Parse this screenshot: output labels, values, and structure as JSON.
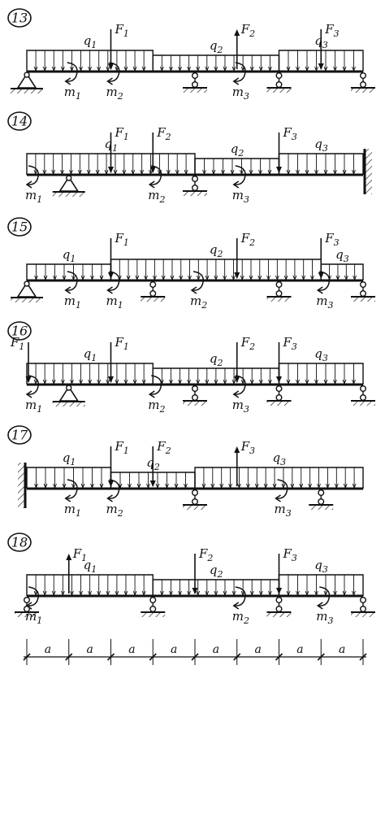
{
  "problems": [
    {
      "number": "13",
      "beam_end_left": 0,
      "beam_end_right": 8,
      "walls": [],
      "supports": [
        {
          "kind": "pin",
          "at": 0
        },
        {
          "kind": "roller",
          "at": 4
        },
        {
          "kind": "roller",
          "at": 6
        },
        {
          "kind": "roller",
          "at": 8
        }
      ],
      "loads": [
        {
          "name": "q1",
          "label": "q",
          "sub": "1",
          "from": 0,
          "to": 3,
          "level": 2
        },
        {
          "name": "q2",
          "label": "q",
          "sub": "2",
          "from": 3,
          "to": 6,
          "level": 1
        },
        {
          "name": "q3",
          "label": "q",
          "sub": "3",
          "from": 6,
          "to": 8,
          "level": 2
        }
      ],
      "forces": [
        {
          "name": "F1",
          "label": "F",
          "sub": "1",
          "at": 2,
          "dir": "down"
        },
        {
          "name": "F2",
          "label": "F",
          "sub": "2",
          "at": 5,
          "dir": "up"
        },
        {
          "name": "F3",
          "label": "F",
          "sub": "3",
          "at": 7,
          "dir": "down"
        }
      ],
      "moments": [
        {
          "name": "m1",
          "label": "m",
          "sub": "1",
          "at": 1
        },
        {
          "name": "m2",
          "label": "m",
          "sub": "2",
          "at": 2
        },
        {
          "name": "m3",
          "label": "m",
          "sub": "3",
          "at": 5
        }
      ]
    },
    {
      "number": "14",
      "beam_end_left": 0,
      "beam_end_right": 8,
      "walls": [
        {
          "side": "right"
        }
      ],
      "supports": [
        {
          "kind": "pin",
          "at": 1
        },
        {
          "kind": "roller",
          "at": 4
        }
      ],
      "loads": [
        {
          "name": "q1",
          "label": "q",
          "sub": "1",
          "from": 0,
          "to": 4,
          "level": 2
        },
        {
          "name": "q2",
          "label": "q",
          "sub": "2",
          "from": 4,
          "to": 6,
          "level": 1
        },
        {
          "name": "q3",
          "label": "q",
          "sub": "3",
          "from": 6,
          "to": 8,
          "level": 2
        }
      ],
      "forces": [
        {
          "name": "F1",
          "label": "F",
          "sub": "1",
          "at": 2,
          "dir": "down"
        },
        {
          "name": "F2",
          "label": "F",
          "sub": "2",
          "at": 3,
          "dir": "down"
        },
        {
          "name": "F3",
          "label": "F",
          "sub": "3",
          "at": 6,
          "dir": "down"
        }
      ],
      "moments": [
        {
          "name": "m1",
          "label": "m",
          "sub": "1",
          "at": 0
        },
        {
          "name": "m2",
          "label": "m",
          "sub": "2",
          "at": 3
        },
        {
          "name": "m3",
          "label": "m",
          "sub": "3",
          "at": 5
        }
      ]
    },
    {
      "number": "15",
      "beam_end_left": 0,
      "beam_end_right": 8,
      "walls": [],
      "supports": [
        {
          "kind": "pin",
          "at": 0
        },
        {
          "kind": "roller",
          "at": 3
        },
        {
          "kind": "roller",
          "at": 6
        },
        {
          "kind": "roller",
          "at": 8
        }
      ],
      "loads": [
        {
          "name": "q1",
          "label": "q",
          "sub": "1",
          "from": 0,
          "to": 2,
          "level": 1
        },
        {
          "name": "q2",
          "label": "q",
          "sub": "2",
          "from": 2,
          "to": 7,
          "level": 2
        },
        {
          "name": "q3",
          "label": "q",
          "sub": "3",
          "from": 7,
          "to": 8,
          "level": 1
        }
      ],
      "forces": [
        {
          "name": "F1",
          "label": "F",
          "sub": "1",
          "at": 2,
          "dir": "down"
        },
        {
          "name": "F2",
          "label": "F",
          "sub": "2",
          "at": 5,
          "dir": "down"
        },
        {
          "name": "F3",
          "label": "F",
          "sub": "3",
          "at": 7,
          "dir": "down"
        }
      ],
      "moments": [
        {
          "name": "m1",
          "label": "m",
          "sub": "1",
          "at": 1
        },
        {
          "name": "m1",
          "label": "m",
          "sub": "1",
          "at": 2
        },
        {
          "name": "m2",
          "label": "m",
          "sub": "2",
          "at": 4
        },
        {
          "name": "m3",
          "label": "m",
          "sub": "3",
          "at": 7
        }
      ]
    },
    {
      "number": "16",
      "beam_end_left": 0,
      "beam_end_right": 8,
      "walls": [],
      "supports": [
        {
          "kind": "pin",
          "at": 1
        },
        {
          "kind": "roller",
          "at": 4
        },
        {
          "kind": "roller",
          "at": 6
        },
        {
          "kind": "roller",
          "at": 8
        }
      ],
      "loads": [
        {
          "name": "q1",
          "label": "q",
          "sub": "1",
          "from": 0,
          "to": 3,
          "level": 2
        },
        {
          "name": "q2",
          "label": "q",
          "sub": "2",
          "from": 3,
          "to": 6,
          "level": 1
        },
        {
          "name": "q3",
          "label": "q",
          "sub": "3",
          "from": 6,
          "to": 8,
          "level": 2
        }
      ],
      "forces": [
        {
          "name": "F1",
          "label": "F",
          "sub": "1",
          "at": 0,
          "dir": "down"
        },
        {
          "name": "F1",
          "label": "F",
          "sub": "1",
          "at": 2,
          "dir": "down"
        },
        {
          "name": "F2",
          "label": "F",
          "sub": "2",
          "at": 5,
          "dir": "down"
        },
        {
          "name": "F3",
          "label": "F",
          "sub": "3",
          "at": 6,
          "dir": "down"
        }
      ],
      "moments": [
        {
          "name": "m1",
          "label": "m",
          "sub": "1",
          "at": 0
        },
        {
          "name": "m2",
          "label": "m",
          "sub": "2",
          "at": 3
        },
        {
          "name": "m3",
          "label": "m",
          "sub": "3",
          "at": 5
        }
      ]
    },
    {
      "number": "17",
      "beam_end_left": 0,
      "beam_end_right": 8,
      "walls": [
        {
          "side": "left"
        }
      ],
      "supports": [
        {
          "kind": "roller",
          "at": 4
        },
        {
          "kind": "roller",
          "at": 7
        }
      ],
      "loads": [
        {
          "name": "q1",
          "label": "q",
          "sub": "1",
          "from": 0,
          "to": 2,
          "level": 2
        },
        {
          "name": "q2",
          "label": "q",
          "sub": "2",
          "from": 2,
          "to": 4,
          "level": 1
        },
        {
          "name": "q3",
          "label": "q",
          "sub": "3",
          "from": 4,
          "to": 8,
          "level": 2
        }
      ],
      "forces": [
        {
          "name": "F1",
          "label": "F",
          "sub": "1",
          "at": 2,
          "dir": "down"
        },
        {
          "name": "F2",
          "label": "F",
          "sub": "2",
          "at": 3,
          "dir": "down"
        },
        {
          "name": "F3",
          "label": "F",
          "sub": "3",
          "at": 5,
          "dir": "up"
        }
      ],
      "moments": [
        {
          "name": "m1",
          "label": "m",
          "sub": "1",
          "at": 1
        },
        {
          "name": "m2",
          "label": "m",
          "sub": "2",
          "at": 2
        },
        {
          "name": "m3",
          "label": "m",
          "sub": "3",
          "at": 6
        }
      ]
    },
    {
      "number": "18",
      "beam_end_left": 0,
      "beam_end_right": 8,
      "walls": [],
      "supports": [
        {
          "kind": "roller",
          "at": 0
        },
        {
          "kind": "roller",
          "at": 3
        },
        {
          "kind": "roller",
          "at": 6
        },
        {
          "kind": "roller",
          "at": 8
        }
      ],
      "loads": [
        {
          "name": "q1",
          "label": "q",
          "sub": "1",
          "from": 0,
          "to": 3,
          "level": 2
        },
        {
          "name": "q2",
          "label": "q",
          "sub": "2",
          "from": 3,
          "to": 6,
          "level": 1
        },
        {
          "name": "q3",
          "label": "q",
          "sub": "3",
          "from": 6,
          "to": 8,
          "level": 2
        }
      ],
      "forces": [
        {
          "name": "F1",
          "label": "F",
          "sub": "1",
          "at": 1,
          "dir": "up"
        },
        {
          "name": "F2",
          "label": "F",
          "sub": "2",
          "at": 4,
          "dir": "down"
        },
        {
          "name": "F3",
          "label": "F",
          "sub": "3",
          "at": 6,
          "dir": "down"
        }
      ],
      "moments": [
        {
          "name": "m1",
          "label": "m",
          "sub": "1",
          "at": 0
        },
        {
          "name": "m2",
          "label": "m",
          "sub": "2",
          "at": 5
        },
        {
          "name": "m3",
          "label": "m",
          "sub": "3",
          "at": 7
        }
      ]
    }
  ],
  "dimension_labels": [
    "a",
    "a",
    "a",
    "a",
    "a",
    "a",
    "a",
    "a"
  ]
}
